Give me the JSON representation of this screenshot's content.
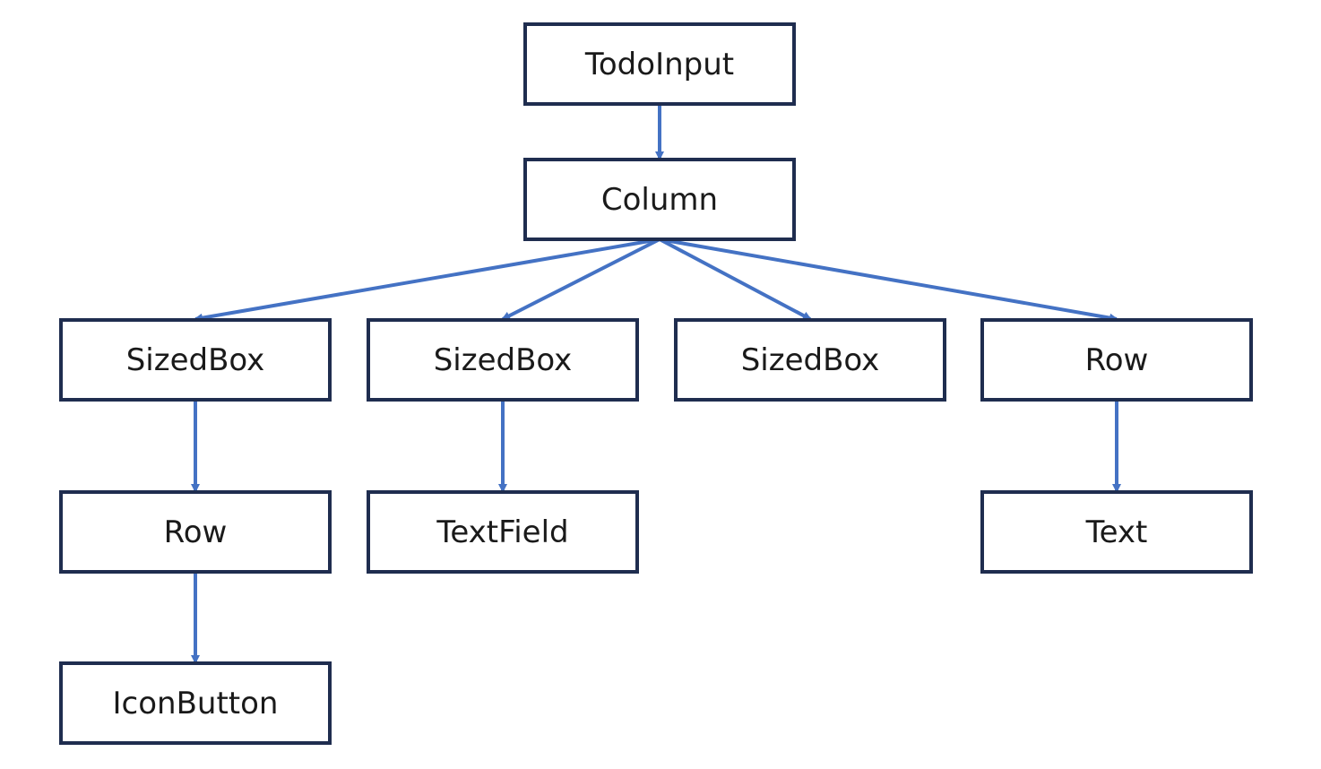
{
  "diagram": {
    "edge_color": "#4472c4",
    "border_color": "#1f2d4f",
    "nodes": {
      "todoinput": "TodoInput",
      "column": "Column",
      "sizedbox_1": "SizedBox",
      "sizedbox_2": "SizedBox",
      "sizedbox_3": "SizedBox",
      "row_1": "Row",
      "row_2": "Row",
      "textfield": "TextField",
      "text": "Text",
      "iconbutton": "IconButton"
    },
    "edges": [
      {
        "from": "todoinput",
        "to": "column"
      },
      {
        "from": "column",
        "to": "sizedbox_1"
      },
      {
        "from": "column",
        "to": "sizedbox_2"
      },
      {
        "from": "column",
        "to": "sizedbox_3"
      },
      {
        "from": "column",
        "to": "row_1"
      },
      {
        "from": "sizedbox_1",
        "to": "row_2"
      },
      {
        "from": "row_2",
        "to": "iconbutton"
      },
      {
        "from": "sizedbox_2",
        "to": "textfield"
      },
      {
        "from": "row_1",
        "to": "text"
      }
    ]
  }
}
